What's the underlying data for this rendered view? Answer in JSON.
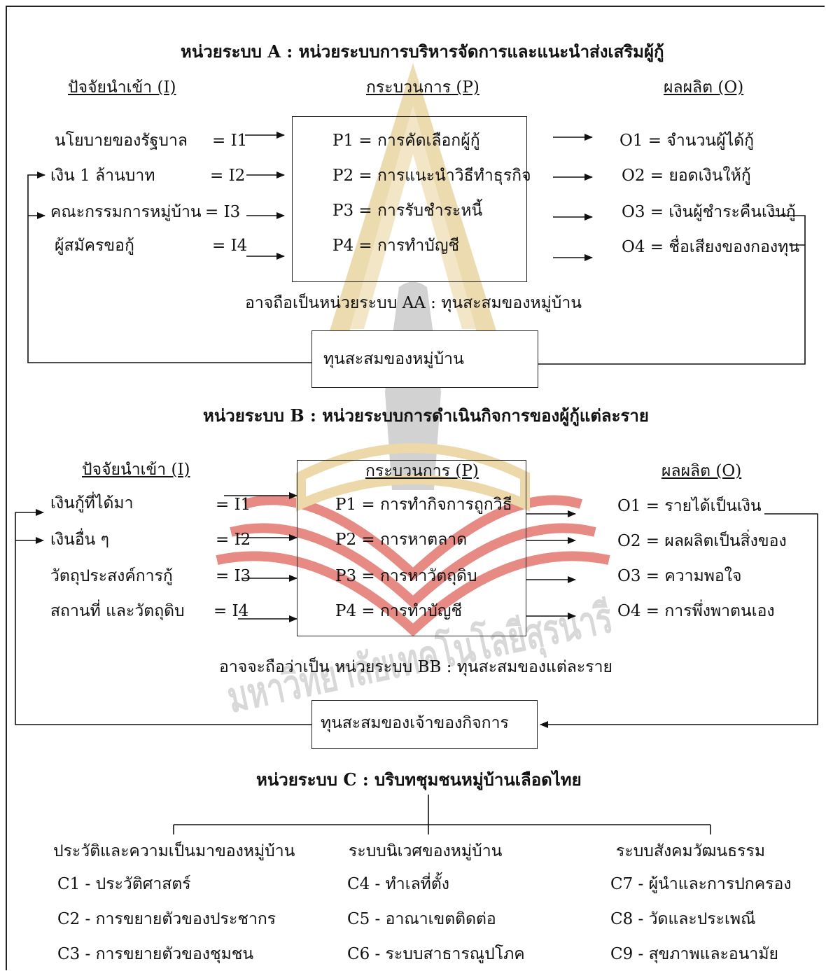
{
  "watermark": {
    "text": "มหาวิทยาลัยเทคโนโลยีสุรนารี",
    "colors": {
      "red": "#e88a84",
      "gold": "#ecd8a8",
      "grey": "#d2d2d2"
    }
  },
  "system_a": {
    "title": "หน่วยระบบ A : หน่วยระบบการบริหารจัดการและแนะนำส่งเสริมผู้กู้",
    "input_header": "ปัจจัยนำเข้า (I)",
    "process_header": "กระบวนการ (P)",
    "output_header": "ผลผลิต (O)",
    "inputs": [
      {
        "label": "นโยบายของรัฐบาล",
        "code": "= I1"
      },
      {
        "label": "เงิน 1 ล้านบาท",
        "code": "= I2"
      },
      {
        "label": "คณะกรรมการหมู่บ้าน",
        "code": "= I3"
      },
      {
        "label": "ผู้สมัครขอกู้",
        "code": "= I4"
      }
    ],
    "processes": [
      "P1 = การคัดเลือกผู้กู้",
      "P2 = การแนะนำวิธีทำธุรกิจ",
      "P3 = การรับชำระหนี้",
      "P4 = การทำบัญชี"
    ],
    "outputs": [
      "O1 = จำนวนผู้ได้กู้",
      "O2 = ยอดเงินให้กู้",
      "O3 = เงินผู้ชำระคืนเงินกู้",
      "O4 = ชื่อเสียงของกองทุน"
    ],
    "note": "อาจถือเป็นหน่วยระบบ AA : ทุนสะสมของหมู่บ้าน",
    "capital_box": "ทุนสะสมของหมู่บ้าน"
  },
  "system_b": {
    "title": "หน่วยระบบ B : หน่วยระบบการดำเนินกิจการของผู้กู้แต่ละราย",
    "input_header": "ปัจจัยนำเข้า (I)",
    "process_header": "กระบวนการ (P)",
    "output_header": "ผลผลิต (O)",
    "inputs": [
      {
        "label": "เงินกู้ที่ได้มา",
        "code": "= I1"
      },
      {
        "label": "เงินอื่น ๆ",
        "code": "= I2"
      },
      {
        "label": "วัตถุประสงค์การกู้",
        "code": "= I3"
      },
      {
        "label": "สถานที่ และวัตถุดิบ",
        "code": "= I4"
      }
    ],
    "processes": [
      "P1 = การทำกิจการถูกวิธี",
      "P2 = การหาตลาด",
      "P3 = การหาวัตถุดิบ",
      "P4 = การทำบัญชี"
    ],
    "outputs": [
      "O1 = รายได้เป็นเงิน",
      "O2 = ผลผลิตเป็นสิ่งของ",
      "O3 = ความพอใจ",
      "O4 = การพึ่งพาตนเอง"
    ],
    "note": "อาจจะถือว่าเป็น หน่วยระบบ BB : ทุนสะสมของแต่ละราย",
    "capital_box": "ทุนสะสมของเจ้าของกิจการ"
  },
  "system_c": {
    "title": "หน่วยระบบ C : บริบทชุมชนหมู่บ้านเลือดไทย",
    "groups": [
      {
        "heading": "ประวัติและความเป็นมาของหมู่บ้าน",
        "items": [
          "C1 - ประวัติศาสตร์",
          "C2 - การขยายตัวของประชากร",
          "C3  - การขยายตัวของชุมชน"
        ]
      },
      {
        "heading": "ระบบนิเวศของหมู่บ้าน",
        "items": [
          "C4  - ทำเลที่ตั้ง",
          "C5  - อาณาเขตติดต่อ",
          "C6  - ระบบสาธารณูปโภค"
        ]
      },
      {
        "heading": "ระบบสังคมวัฒนธรรม",
        "items": [
          "C7  - ผู้นำและการปกครอง",
          "C8  - วัดและประเพณี",
          "C9  - สุขภาพและอนามัย"
        ]
      }
    ]
  }
}
